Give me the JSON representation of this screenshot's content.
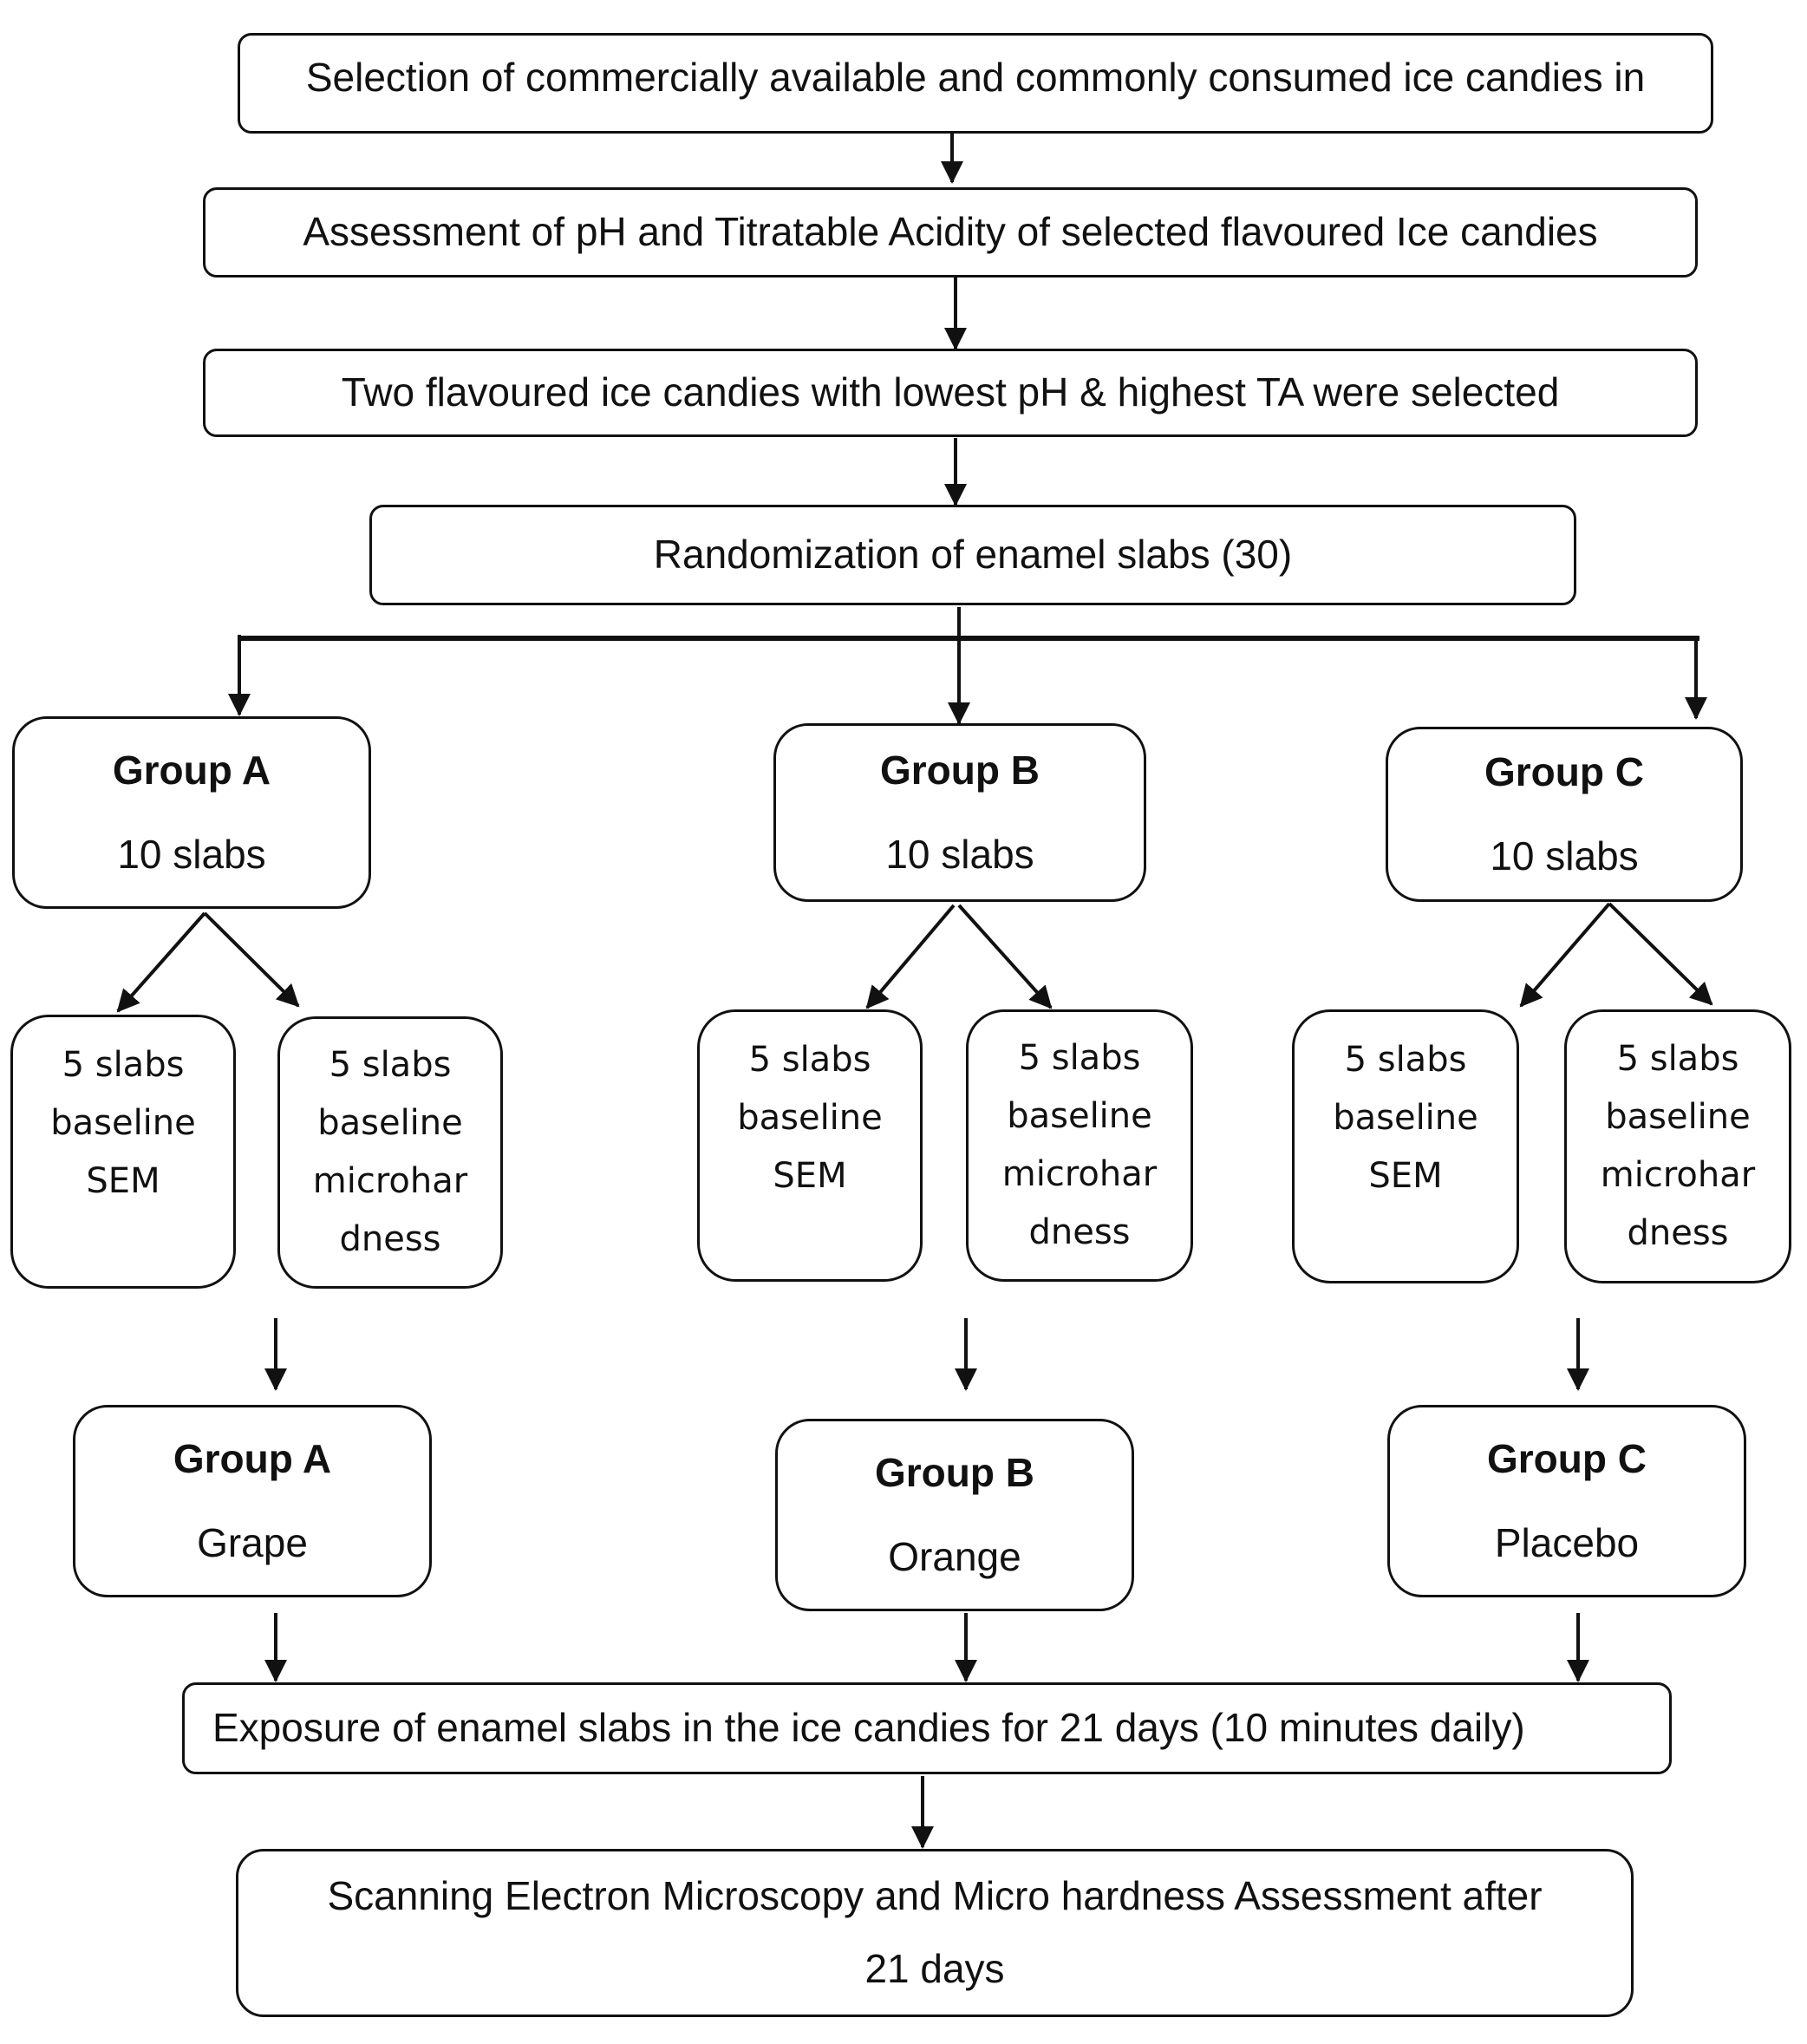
{
  "diagram": {
    "steps": {
      "selection": "Selection of commercially available and commonly consumed ice candies in",
      "assessment": "Assessment of pH and Titratable Acidity of selected flavoured Ice candies",
      "two_flavoured": "Two flavoured ice candies with lowest pH & highest TA were selected",
      "randomization": "Randomization of enamel slabs (30)",
      "exposure": "Exposure of enamel slabs in the ice candies for 21 days (10 minutes daily)",
      "final_line1": "Scanning Electron Microscopy and Micro hardness Assessment after",
      "final_line2": "21 days"
    },
    "groups": [
      {
        "title": "Group A",
        "count": "10 slabs",
        "sem": [
          "5 slabs",
          "baseline",
          "SEM"
        ],
        "micro": [
          "5 slabs",
          "baseline",
          "microhar",
          "dness"
        ],
        "treatment_title": "Group A",
        "treatment": "Grape"
      },
      {
        "title": "Group B",
        "count": "10 slabs",
        "sem": [
          "5 slabs",
          "baseline",
          "SEM"
        ],
        "micro": [
          "5 slabs",
          "baseline",
          "microhar",
          "dness"
        ],
        "treatment_title": "Group B",
        "treatment": "Orange"
      },
      {
        "title": "Group C",
        "count": "10 slabs",
        "sem": [
          "5 slabs",
          "baseline",
          "SEM"
        ],
        "micro": [
          "5 slabs",
          "baseline",
          "microhar",
          "dness"
        ],
        "treatment_title": "Group C",
        "treatment": "Placebo"
      }
    ],
    "colors": {
      "stroke": "#111111",
      "background": "#ffffff"
    }
  }
}
